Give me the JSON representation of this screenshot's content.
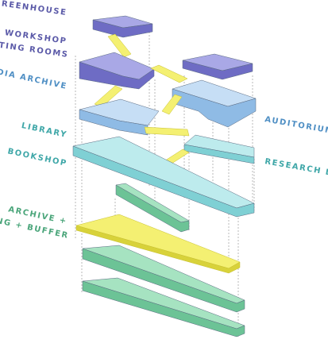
{
  "labels": {
    "greenhouse": "GREENHOUSE",
    "workshop_line1": "WORKSHOP",
    "workshop_line2": "+ MEETING ROOMS",
    "media_archive": "MEDIA ARCHIVE",
    "auditorium": "AUDITORIUM",
    "library": "LIBRARY",
    "bookshop": "BOOKSHOP",
    "research_labs": "RESEARCH LABS",
    "archive_line1": "ARCHIVE +",
    "archive_line2": "SCREENING + BUFFER"
  },
  "colors": {
    "purple_top": "#a9a8e6",
    "purple_side": "#6e6cc4",
    "blue_top": "#c6def5",
    "blue_side": "#8fbbe5",
    "teal_top": "#bdebed",
    "teal_side": "#7fd0d4",
    "yellow_top": "#f4f072",
    "yellow_side": "#d8d23a",
    "green_top": "#a6e3c1",
    "green_side": "#6cc396",
    "outline": "#5a6a80"
  }
}
